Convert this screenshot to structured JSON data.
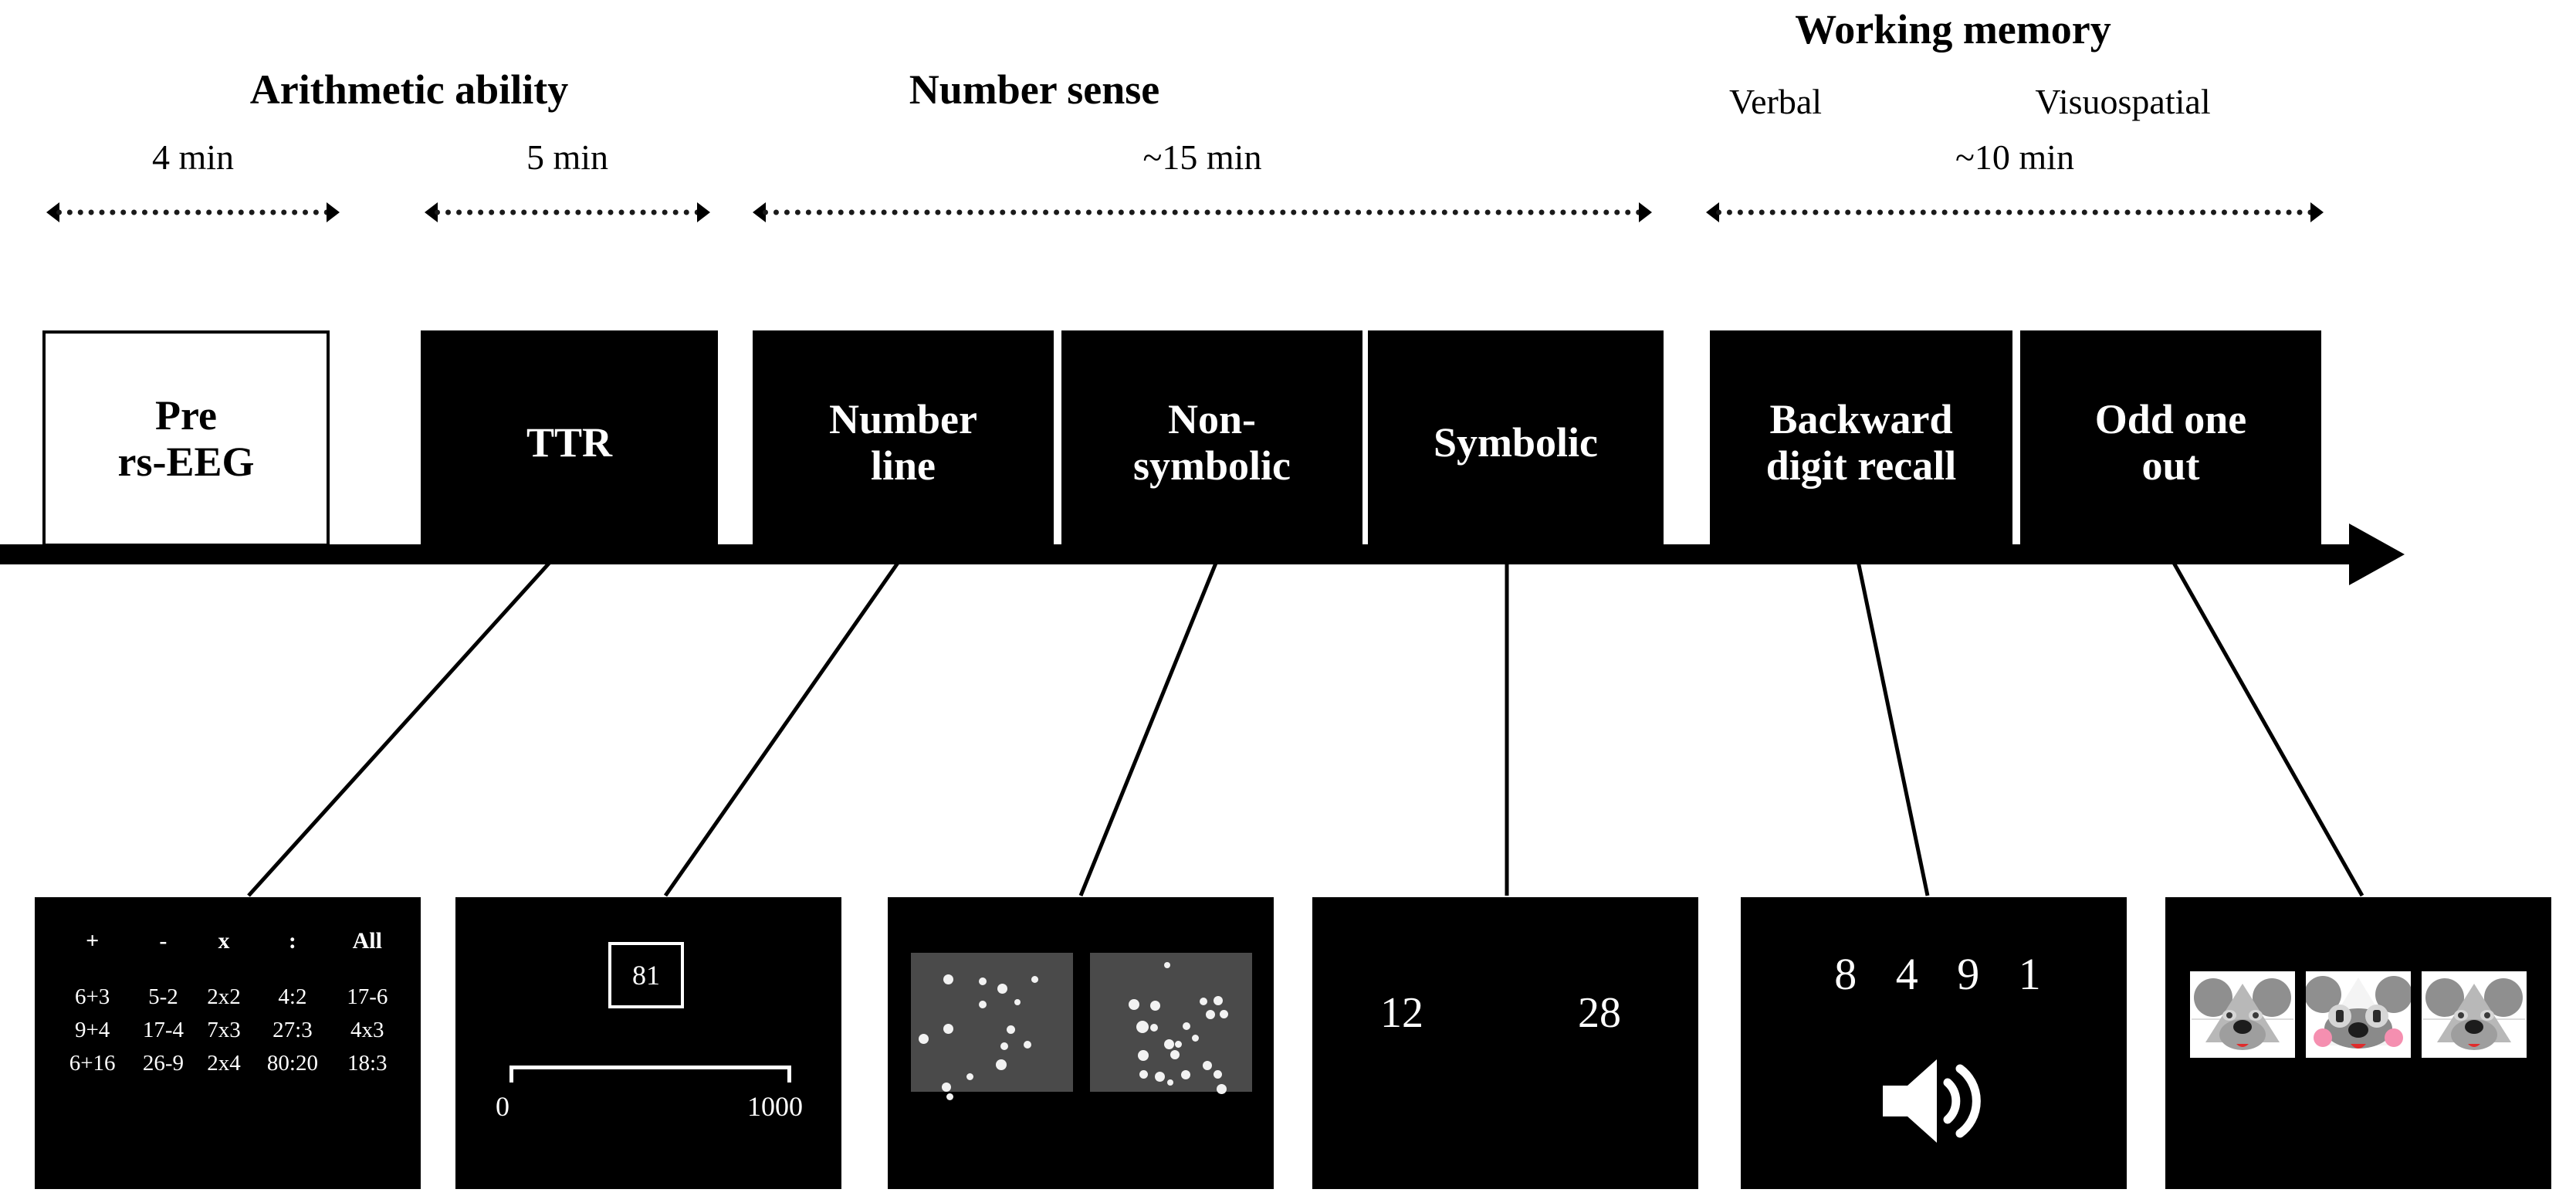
{
  "phases": [
    {
      "id": "pre-eeg",
      "title": "",
      "duration": "4 min"
    },
    {
      "id": "arithmetic-ability",
      "title": "Arithmetic ability",
      "duration": "5 min"
    },
    {
      "id": "number-sense",
      "title": "Number sense",
      "duration": "~15 min"
    },
    {
      "id": "working-memory",
      "title": "Working memory",
      "sub_left": "Verbal",
      "sub_right": "Visuospatial",
      "duration": "~10 min"
    }
  ],
  "timeline_boxes": [
    {
      "id": "pre-rs-eeg",
      "line1": "Pre",
      "line2": "rs-EEG",
      "style": "light"
    },
    {
      "id": "ttr",
      "line1": "TTR",
      "line2": "",
      "style": "dark"
    },
    {
      "id": "number-line",
      "line1": "Number",
      "line2": "line",
      "style": "dark"
    },
    {
      "id": "non-symbolic",
      "line1": "Non-",
      "line2": "symbolic",
      "style": "dark"
    },
    {
      "id": "symbolic",
      "line1": "Symbolic",
      "line2": "",
      "style": "dark"
    },
    {
      "id": "backward-digit-recall",
      "line1": "Backward",
      "line2": "digit recall",
      "style": "dark"
    },
    {
      "id": "odd-one-out",
      "line1": "Odd one",
      "line2": "out",
      "style": "dark"
    }
  ],
  "stimuli": {
    "ttr": {
      "headers": [
        "+",
        "-",
        "x",
        ":",
        "All"
      ],
      "rows": [
        [
          "6+3",
          "5-2",
          "2x2",
          "4:2",
          "17-6"
        ],
        [
          "9+4",
          "17-4",
          "7x3",
          "27:3",
          "4x3"
        ],
        [
          "6+16",
          "26-9",
          "2x4",
          "80:20",
          "18:3"
        ]
      ]
    },
    "number_line": {
      "target": "81",
      "left_end": "0",
      "right_end": "1000"
    },
    "non_symbolic": {
      "left_dots": 15,
      "right_dots": 22,
      "field_color": "#4a4a4a",
      "dot_color": "#f2f2f2"
    },
    "symbolic": {
      "left_number": "12",
      "right_number": "28"
    },
    "backward_digit_recall": {
      "digits": "8 4 9 1",
      "icon": "speaker-icon"
    },
    "odd_one_out": {
      "cards": [
        {
          "id": "mouse-standard-left",
          "variant": "standard"
        },
        {
          "id": "mouse-odd-middle",
          "variant": "odd"
        },
        {
          "id": "mouse-standard-right",
          "variant": "standard"
        }
      ]
    }
  },
  "colors": {
    "ink": "#000000",
    "paper": "#ffffff",
    "panel": "#000000",
    "panel_text": "#ffffff",
    "dot_field": "#4a4a4a",
    "mouse_fur": "#b8b8b8",
    "mouse_ear": "#8f8f8f",
    "mouse_cheek": "#f58fb0",
    "mouse_tongue": "#e02c2c"
  }
}
